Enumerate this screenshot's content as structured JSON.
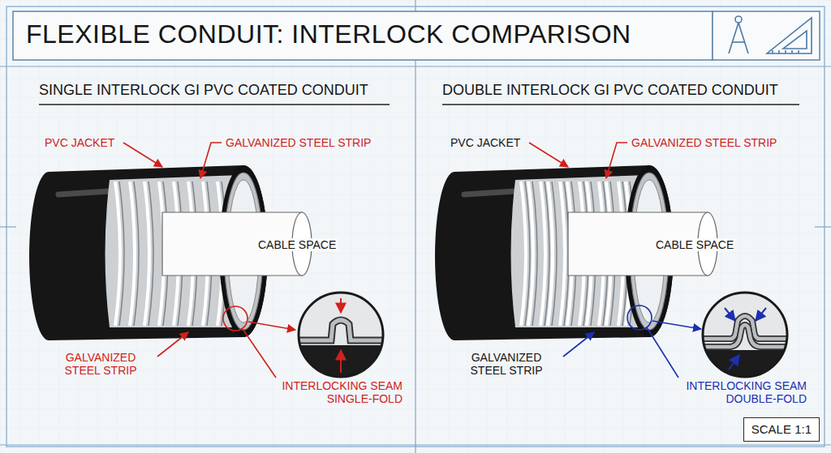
{
  "diagram": {
    "title": "FLEXIBLE CONDUIT: INTERLOCK COMPARISON",
    "nodes": [
      {
        "text": [
          "SCALE 1:1"
        ]
      }
    ],
    "labels": [
      "SINGLE INTERLOCK GI PVC COATED CONDUIT",
      "PVC JACKET",
      "GALVANIZED STEEL STRIP",
      "CABLE SPACE",
      "GALVANIZED STEEL STRIP",
      "INTERLOCKING SEAM SINGLE-FOLD",
      "DOUBLE INTERLOCK GI PVC COATED CONDUIT",
      "PVC JACKET",
      "GALVANIZED STEEL STRIP",
      "CABLE SPACE",
      "GALVANIZED STEEL STRIP",
      "INTERLOCKING SEAM DOUBLE-FOLD"
    ]
  }
}
